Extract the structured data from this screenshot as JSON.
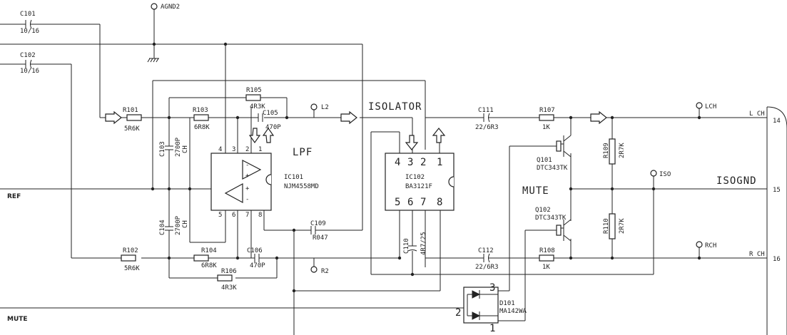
{
  "labels": {
    "agnd2": "AGND2",
    "ref": "REF",
    "mute_in": "MUTE",
    "lpf": "LPF",
    "isolator": "ISOLATOR",
    "mute": "MUTE",
    "isognd": "ISOGND",
    "l2": "L2",
    "r2": "R2",
    "lch": "LCH",
    "rch": "RCH",
    "iso": "ISO",
    "l_ch": "L CH",
    "r_ch": "R CH"
  },
  "components": {
    "c101": {
      "ref": "C101",
      "value": "10/16"
    },
    "c102": {
      "ref": "C102",
      "value": "10/16"
    },
    "r101": {
      "ref": "R101",
      "value": "5R6K"
    },
    "r102": {
      "ref": "R102",
      "value": "5R6K"
    },
    "r103": {
      "ref": "R103",
      "value": "6R8K"
    },
    "r104": {
      "ref": "R104",
      "value": "6R8K"
    },
    "r105": {
      "ref": "R105",
      "value": "4R3K"
    },
    "r106": {
      "ref": "R106",
      "value": "4R3K"
    },
    "c103": {
      "ref": "C103",
      "value": "2700P",
      "type": "CH"
    },
    "c104": {
      "ref": "C104",
      "value": "2700P",
      "type": "CH"
    },
    "c105": {
      "ref": "C105",
      "value": "470P"
    },
    "c106": {
      "ref": "C106",
      "value": "470P"
    },
    "ic101": {
      "ref": "IC101",
      "value": "NJM4558MD"
    },
    "ic102": {
      "ref": "IC102",
      "value": "BA3121F"
    },
    "c109": {
      "ref": "C109",
      "value": "R047"
    },
    "c110": {
      "ref": "C110",
      "value": "4R7/25"
    },
    "c111": {
      "ref": "C111",
      "value": "22/6R3"
    },
    "c112": {
      "ref": "C112",
      "value": "22/6R3"
    },
    "r107": {
      "ref": "R107",
      "value": "1K"
    },
    "r108": {
      "ref": "R108",
      "value": "1K"
    },
    "r109": {
      "ref": "R109",
      "value": "2R7K"
    },
    "r110": {
      "ref": "R110",
      "value": "2R7K"
    },
    "q101": {
      "ref": "Q101",
      "value": "DTC343TK"
    },
    "q102": {
      "ref": "Q102",
      "value": "DTC343TK"
    },
    "d101": {
      "ref": "D101",
      "value": "MA142WA"
    }
  },
  "pins": {
    "ic101": [
      "4",
      "3",
      "2",
      "1",
      "5",
      "6",
      "7",
      "8"
    ],
    "ic102": [
      "4",
      "3",
      "2",
      "1",
      "5",
      "6",
      "7",
      "8"
    ],
    "d101": [
      "3",
      "2",
      "1"
    ],
    "connector": [
      "14",
      "15",
      "16"
    ]
  }
}
